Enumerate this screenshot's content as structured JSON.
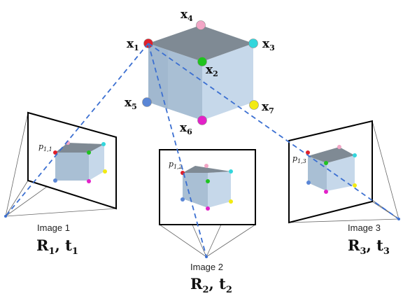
{
  "points": {
    "x1": {
      "main": "x",
      "sub": "1"
    },
    "x2": {
      "main": "x",
      "sub": "2"
    },
    "x3": {
      "main": "x",
      "sub": "3"
    },
    "x4": {
      "main": "x",
      "sub": "4"
    },
    "x5": {
      "main": "x",
      "sub": "5"
    },
    "x6": {
      "main": "x",
      "sub": "6"
    },
    "x7": {
      "main": "x",
      "sub": "7"
    }
  },
  "images": [
    {
      "caption": "Image 1",
      "rot": "R",
      "rot_sub": "1",
      "sep": ", ",
      "trans": "t",
      "trans_sub": "1",
      "proj_main": "p",
      "proj_sub": "1,1"
    },
    {
      "caption": "Image 2",
      "rot": "R",
      "rot_sub": "2",
      "sep": ", ",
      "trans": "t",
      "trans_sub": "2",
      "proj_main": "p",
      "proj_sub": "1,2"
    },
    {
      "caption": "Image 3",
      "rot": "R",
      "rot_sub": "3",
      "sep": ", ",
      "trans": "t",
      "trans_sub": "3",
      "proj_main": "p",
      "proj_sub": "1,3"
    }
  ],
  "colors": {
    "cube_top": "#7f8a94",
    "cube_left": "#a9bfd4",
    "cube_right": "#c6d8ea",
    "ray": "#3b6fd1",
    "frame": "#000000",
    "x1": "#e0202a",
    "x2": "#1fc41f",
    "x3": "#33d6dc",
    "x4": "#f2a6c6",
    "x5": "#5a86d6",
    "x6": "#e321c8",
    "x7": "#f2ea12"
  }
}
